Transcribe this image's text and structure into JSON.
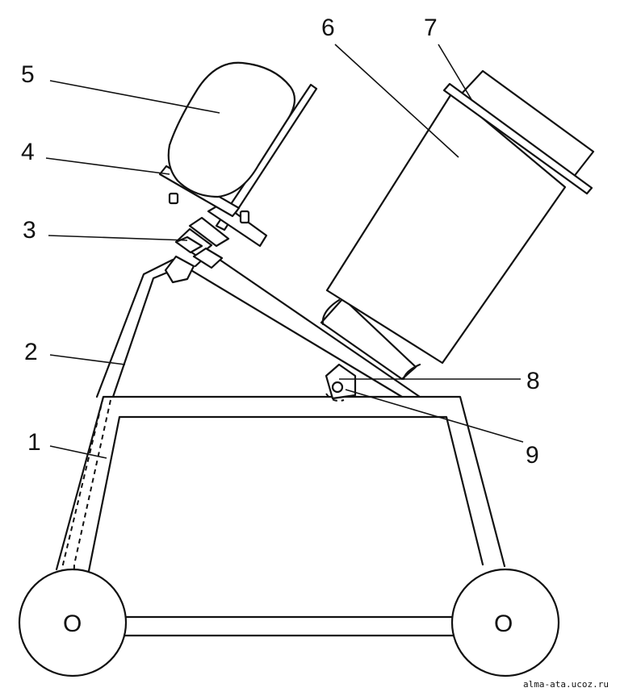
{
  "labels": {
    "frame": "1",
    "rod": "2",
    "bearing": "3",
    "motor_plate": "4",
    "motor": "5",
    "drum": "6",
    "lid": "7",
    "bracket": "8",
    "pivot": "9"
  },
  "wheel_hubs": {
    "left": "O",
    "right": "O"
  },
  "watermark": "alma-ata.ucoz.ru"
}
